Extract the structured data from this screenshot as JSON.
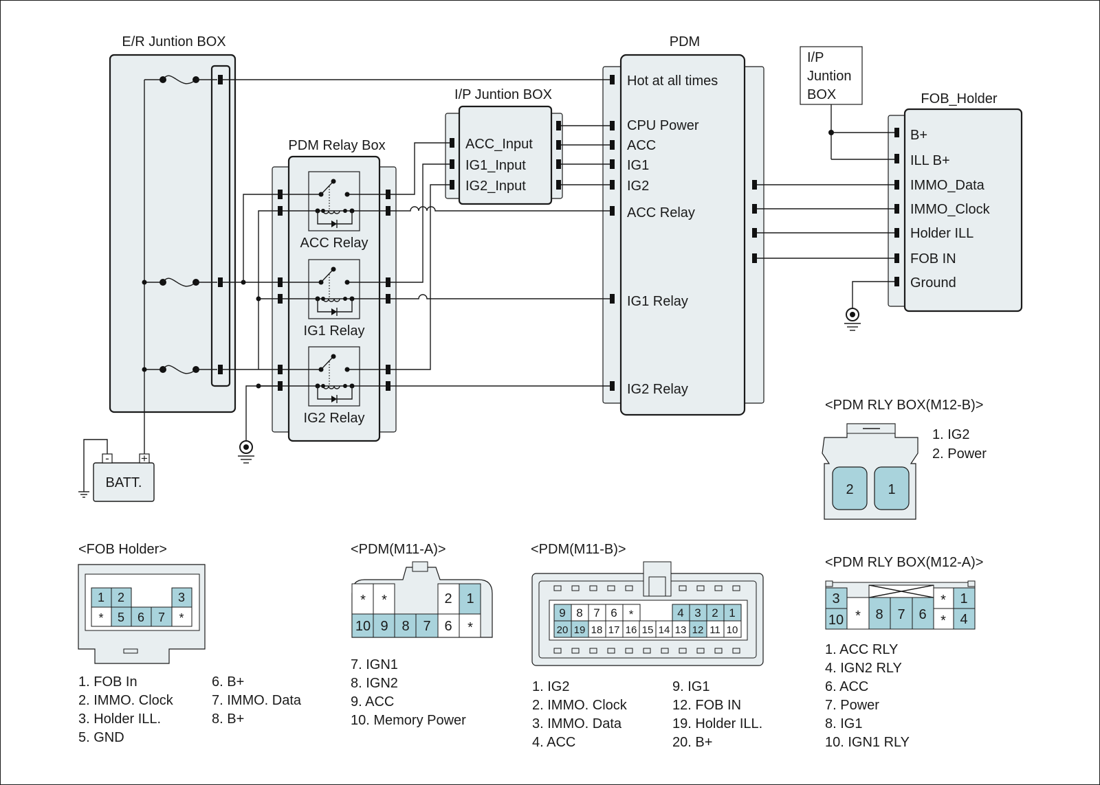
{
  "blocks": {
    "er_junction_box": "E/R Juntion BOX",
    "pdm_relay_box": "PDM Relay Box",
    "ip_junction_box": "I/P Juntion BOX",
    "pdm": "PDM",
    "ip_junction_box_small": [
      "I/P",
      "Juntion",
      "BOX"
    ],
    "fob_holder": "FOB_Holder",
    "battery": "BATT."
  },
  "battery_terminals": {
    "minus": "-",
    "plus": "+"
  },
  "relays": [
    "ACC Relay",
    "IG1 Relay",
    "IG2 Relay"
  ],
  "ip_inputs": [
    "ACC_Input",
    "IG1_Input",
    "IG2_Input"
  ],
  "pdm_pins": [
    "Hot at all times",
    "CPU Power",
    "ACC",
    "IG1",
    "IG2",
    "ACC Relay",
    "IG1 Relay",
    "IG2 Relay"
  ],
  "fob_pins": [
    "B+",
    "ILL B+",
    "IMMO_Data",
    "IMMO_Clock",
    "Holder ILL",
    "FOB IN",
    "Ground"
  ],
  "connectors": {
    "m12b": {
      "title": "<PDM RLY BOX(M12-B)>",
      "cavities": [
        "2",
        "1"
      ],
      "legend": [
        "1. IG2",
        "2. Power"
      ]
    },
    "fob": {
      "title": "<FOB Holder>",
      "row1": [
        "1",
        "2",
        "3"
      ],
      "row2": [
        "*",
        "5",
        "6",
        "7",
        "*"
      ],
      "legend_left": [
        "1. FOB In",
        "2. IMMO. Clock",
        "3. Holder  ILL.",
        "5. GND"
      ],
      "legend_right": [
        "6. B+",
        "7. IMMO. Data",
        "8. B+"
      ]
    },
    "m11a": {
      "title": "<PDM(M11-A)>",
      "row1": [
        "*",
        "*",
        "2",
        "1"
      ],
      "row2": [
        "10",
        "9",
        "8",
        "7",
        "6",
        "*"
      ],
      "legend": [
        "7. IGN1",
        "8. IGN2",
        "9. ACC",
        "10. Memory Power"
      ]
    },
    "m11b": {
      "title": "<PDM(M11-B)>",
      "row1_left": [
        "9",
        "8",
        "7",
        "6",
        "*"
      ],
      "row1_right": [
        "4",
        "3",
        "2",
        "1"
      ],
      "row2": [
        "20",
        "19",
        "18",
        "17",
        "16",
        "15",
        "14",
        "13",
        "12",
        "11",
        "10"
      ],
      "legend_left": [
        "1. IG2",
        "2. IMMO. Clock",
        "3. IMMO. Data",
        "4. ACC"
      ],
      "legend_right": [
        "9. IG1",
        "12. FOB IN",
        "19. Holder ILL.",
        "20. B+"
      ]
    },
    "m12a": {
      "title": "<PDM RLY BOX(M12-A)>",
      "row1_left": [
        "3"
      ],
      "row1_right": [
        "*",
        "1"
      ],
      "row2": [
        "10",
        "*",
        "8",
        "7",
        "6",
        "*",
        "4"
      ],
      "legend": [
        "1. ACC RLY",
        "4. IGN2 RLY",
        "6. ACC",
        "7. Power",
        "8. IG1",
        "10. IGN1 RLY"
      ]
    }
  },
  "colors": {
    "box_fill": "#e8eef0",
    "pin_fill": "#a9d3dc",
    "line": "#1a1a1a"
  }
}
